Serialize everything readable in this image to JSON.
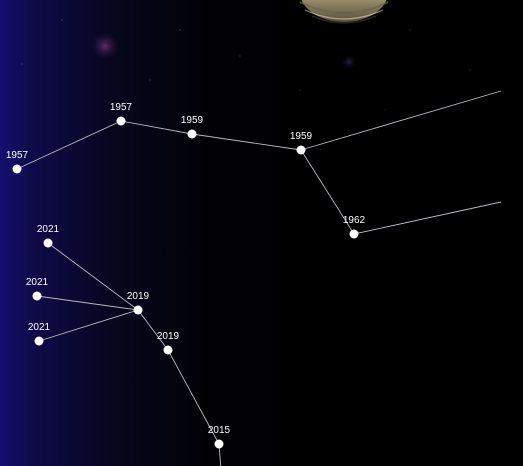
{
  "colors": {
    "background_left": "#150f6e",
    "background_right": "#000000",
    "edge": "#b8b8c4",
    "node": "#ffffff",
    "label": "#ffffff"
  },
  "planet": {
    "icon": "planet-icon"
  },
  "nodes": [
    {
      "id": "a1",
      "label": "1957"
    },
    {
      "id": "a2",
      "label": "1957"
    },
    {
      "id": "a3",
      "label": "1959"
    },
    {
      "id": "a4",
      "label": "1959"
    },
    {
      "id": "a5",
      "label": "1962"
    },
    {
      "id": "b1",
      "label": "2021"
    },
    {
      "id": "b2",
      "label": "2021"
    },
    {
      "id": "b3",
      "label": "2021"
    },
    {
      "id": "b4",
      "label": "2019"
    },
    {
      "id": "b5",
      "label": "2019"
    },
    {
      "id": "b6",
      "label": "2015"
    }
  ]
}
